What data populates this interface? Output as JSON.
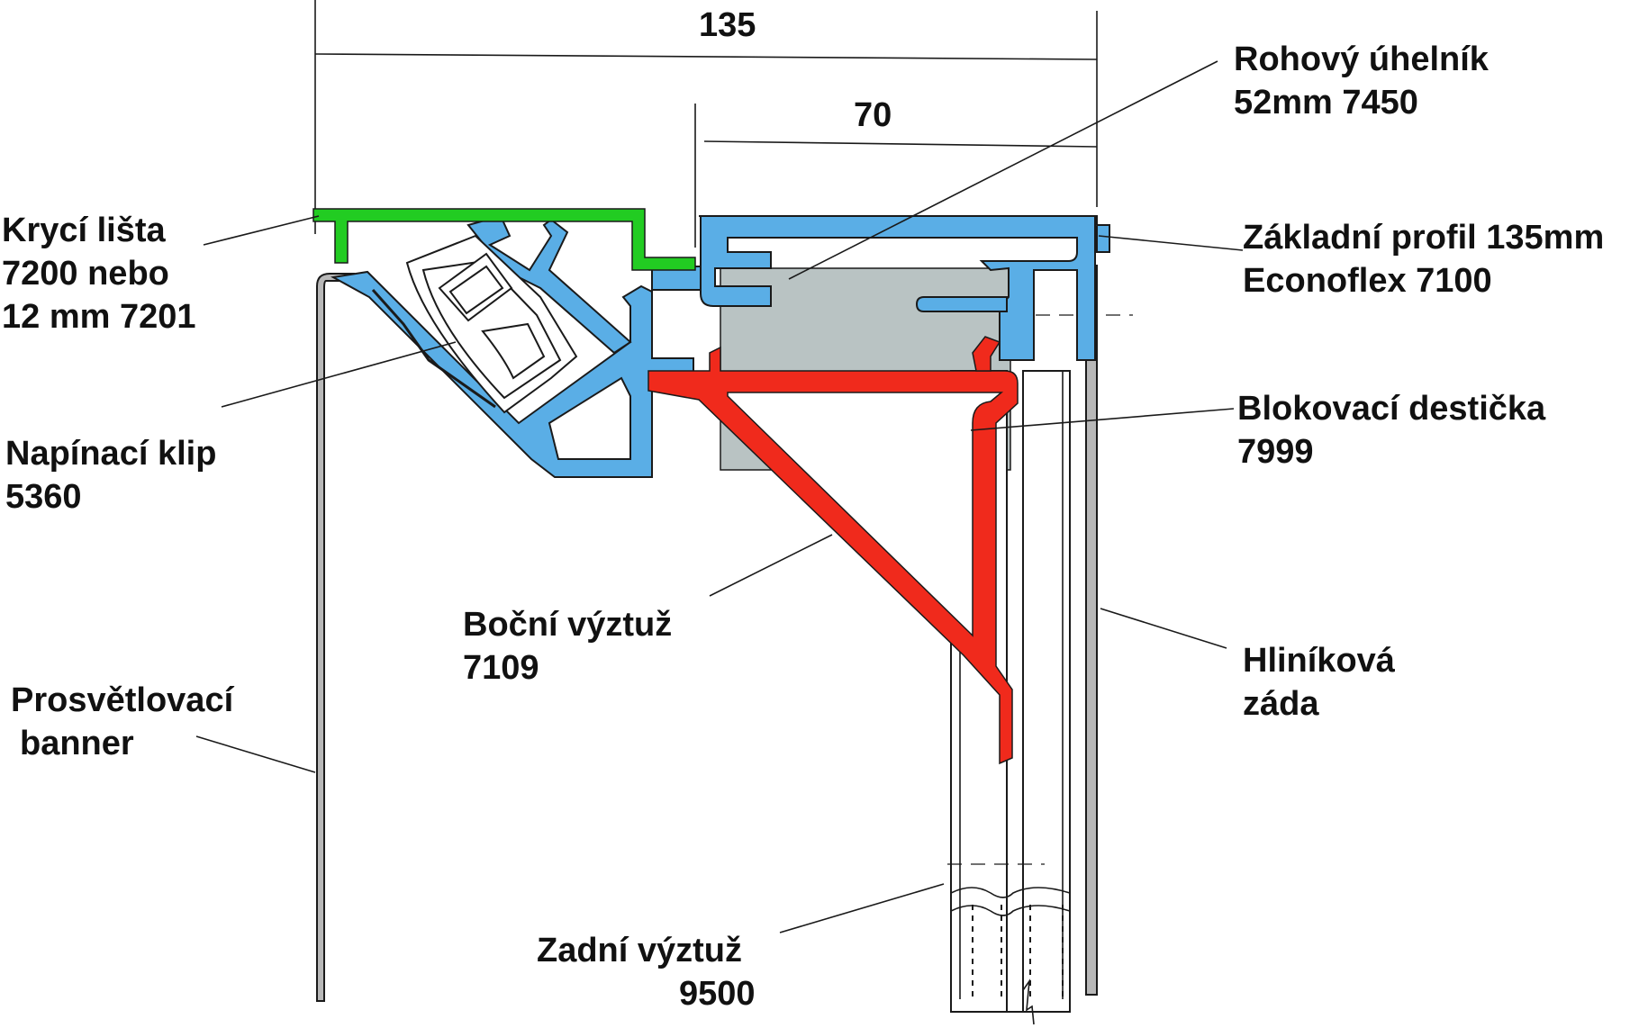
{
  "dimensions": {
    "overall": "135",
    "inner": "70"
  },
  "labels": {
    "cover_strip": {
      "line1": "Krycí lišta",
      "line2": "7200 nebo",
      "line3": "12 mm 7201"
    },
    "tension_clip": {
      "line1": "Napínací klip",
      "line2": "5360"
    },
    "backlit_banner": {
      "line1": "Prosvětlovací",
      "line2": "banner"
    },
    "corner_bracket": {
      "line1": "Rohový úhelník",
      "line2": "52mm 7450"
    },
    "base_profile": {
      "line1": "Základní profil 135mm",
      "line2": "Econoflex 7100"
    },
    "locking_plate": {
      "line1": "Blokovací destička",
      "line2": "7999"
    },
    "side_brace": {
      "line1": "Boční výztuž",
      "line2": "7109"
    },
    "aluminium_back": {
      "line1": "Hliníková",
      "line2": "záda"
    },
    "rear_brace": {
      "line1": "Zadní výztuž",
      "line2": "9500"
    }
  },
  "colors": {
    "base_profile": "#5aaee6",
    "cover_strip": "#22cc22",
    "side_brace": "#f02a1c",
    "corner_bracket": "#b9c3c3",
    "banner": "#b8b8b8",
    "outline": "#1a1a1a"
  }
}
